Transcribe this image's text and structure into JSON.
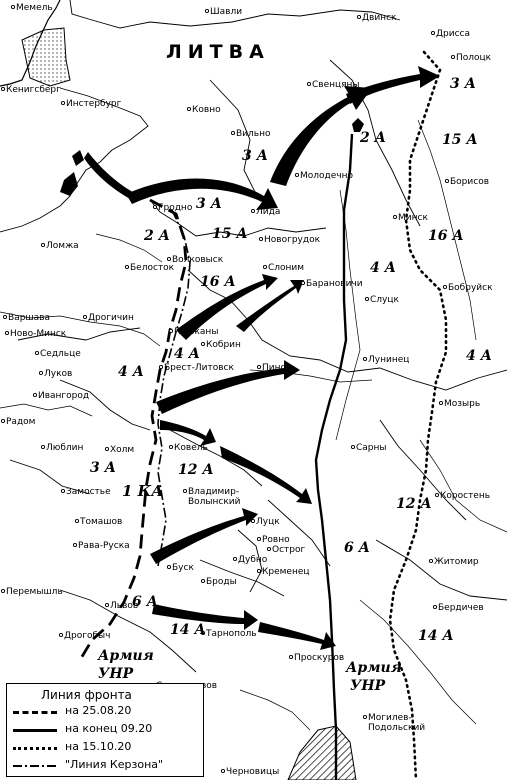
{
  "country_label": "ЛИТВА",
  "cities": [
    {
      "id": "memel",
      "name": "Мемель"
    },
    {
      "id": "shavli",
      "name": "Шавли"
    },
    {
      "id": "dvinsk",
      "name": "Двинск"
    },
    {
      "id": "drissa",
      "name": "Дрисса"
    },
    {
      "id": "polotsk",
      "name": "Полоцк"
    },
    {
      "id": "kenigsberg",
      "name": "Кенигсберг"
    },
    {
      "id": "insterburg",
      "name": "Инстербург"
    },
    {
      "id": "kovno",
      "name": "Ковно"
    },
    {
      "id": "sventsiany",
      "name": "Свенцяны"
    },
    {
      "id": "vilno",
      "name": "Вильно"
    },
    {
      "id": "molodechno",
      "name": "Молодечно"
    },
    {
      "id": "borisov",
      "name": "Борисов"
    },
    {
      "id": "grodno",
      "name": "Гродно"
    },
    {
      "id": "lida",
      "name": "Лида"
    },
    {
      "id": "minsk",
      "name": "Минск"
    },
    {
      "id": "lomzha",
      "name": "Ломжа"
    },
    {
      "id": "novogrudok",
      "name": "Новогрудок"
    },
    {
      "id": "belostok",
      "name": "Белосток"
    },
    {
      "id": "volkovysk",
      "name": "Волковыск"
    },
    {
      "id": "slonim",
      "name": "Слоним"
    },
    {
      "id": "baranovichi",
      "name": "Барановичи"
    },
    {
      "id": "bobruisk",
      "name": "Бобруйск"
    },
    {
      "id": "slutsk",
      "name": "Слуцк"
    },
    {
      "id": "varshava",
      "name": "Варшава"
    },
    {
      "id": "drogichin",
      "name": "Дрогичин"
    },
    {
      "id": "novo-minsk",
      "name": "Ново-Минск"
    },
    {
      "id": "pruzhany",
      "name": "Пружаны"
    },
    {
      "id": "kobrin",
      "name": "Кобрин"
    },
    {
      "id": "sedlets",
      "name": "Седльце"
    },
    {
      "id": "lukov",
      "name": "Луков"
    },
    {
      "id": "brest",
      "name": "Брест-Литовск"
    },
    {
      "id": "pinsk",
      "name": "Пинск"
    },
    {
      "id": "luninets",
      "name": "Лунинец"
    },
    {
      "id": "ivangorod",
      "name": "Ивангород"
    },
    {
      "id": "mozyr",
      "name": "Мозырь"
    },
    {
      "id": "radom",
      "name": "Радом"
    },
    {
      "id": "lublin",
      "name": "Люблин"
    },
    {
      "id": "holm",
      "name": "Холм"
    },
    {
      "id": "kovel",
      "name": "Ковель"
    },
    {
      "id": "sarny",
      "name": "Сарны"
    },
    {
      "id": "zamoste",
      "name": "Замостье"
    },
    {
      "id": "vladimir-volynskii",
      "name": "Владимир-\nВолынский"
    },
    {
      "id": "korosten",
      "name": "Коростень"
    },
    {
      "id": "lutsk",
      "name": "Луцк"
    },
    {
      "id": "tomashov",
      "name": "Томашов"
    },
    {
      "id": "rovno",
      "name": "Ровно"
    },
    {
      "id": "rava-russkaya",
      "name": "Рава-Руска"
    },
    {
      "id": "dubno",
      "name": "Дубно"
    },
    {
      "id": "ostrog",
      "name": "Острог"
    },
    {
      "id": "zhitomir",
      "name": "Житомир"
    },
    {
      "id": "kremenets",
      "name": "Кременец"
    },
    {
      "id": "peremyshl",
      "name": "Перемышль"
    },
    {
      "id": "busk",
      "name": "Буск"
    },
    {
      "id": "brody",
      "name": "Броды"
    },
    {
      "id": "lvov",
      "name": "Львов"
    },
    {
      "id": "berdichev",
      "name": "Бердичев"
    },
    {
      "id": "drogobych",
      "name": "Дрогобыч"
    },
    {
      "id": "tarnopol",
      "name": "Тарнополь"
    },
    {
      "id": "proskurov",
      "name": "Проскуров"
    },
    {
      "id": "stanislavov",
      "name": "Станиславов"
    },
    {
      "id": "mogilev-podolskii",
      "name": "Могилев-\nПодольский"
    },
    {
      "id": "chernovitsy",
      "name": "Черновицы"
    }
  ],
  "armies": [
    {
      "id": "3a-north",
      "label": "3 А"
    },
    {
      "id": "3a-vilno",
      "label": "3 А"
    },
    {
      "id": "2a-east",
      "label": "2 А"
    },
    {
      "id": "15a-east",
      "label": "15 А"
    },
    {
      "id": "3a-grodno",
      "label": "3 А"
    },
    {
      "id": "15a-mid",
      "label": "15 А"
    },
    {
      "id": "2a-west",
      "label": "2 А"
    },
    {
      "id": "16a-east",
      "label": "16 А"
    },
    {
      "id": "4a-east",
      "label": "4 А"
    },
    {
      "id": "16a-mid",
      "label": "16 А"
    },
    {
      "id": "4a-mid",
      "label": "4 А"
    },
    {
      "id": "4a-south-east",
      "label": "4 А"
    },
    {
      "id": "4a-west",
      "label": "4 А"
    },
    {
      "id": "3a-west",
      "label": "3 А"
    },
    {
      "id": "12a-mid",
      "label": "12 А"
    },
    {
      "id": "1ka",
      "label": "1 КА"
    },
    {
      "id": "12a-east",
      "label": "12 А"
    },
    {
      "id": "6a-east",
      "label": "6 А"
    },
    {
      "id": "6a-west",
      "label": "6 А"
    },
    {
      "id": "14a-west",
      "label": "14 А"
    },
    {
      "id": "14a-east",
      "label": "14 А"
    },
    {
      "id": "unr-west-1",
      "label": "Армия"
    },
    {
      "id": "unr-west-2",
      "label": "УНР"
    },
    {
      "id": "unr-east-1",
      "label": "Армия"
    },
    {
      "id": "unr-east-2",
      "label": "УНР"
    }
  ],
  "legend": {
    "title": "Линия фронта",
    "items": [
      {
        "label": "на 25.08.20",
        "style": "dashed"
      },
      {
        "label": "на конец 09.20",
        "style": "solid"
      },
      {
        "label": "на 15.10.20",
        "style": "dotted"
      },
      {
        "label": "\"Линия Керзона\"",
        "style": "dash-dot"
      }
    ]
  },
  "colors": {
    "ink": "#000000",
    "paper": "#ffffff"
  }
}
